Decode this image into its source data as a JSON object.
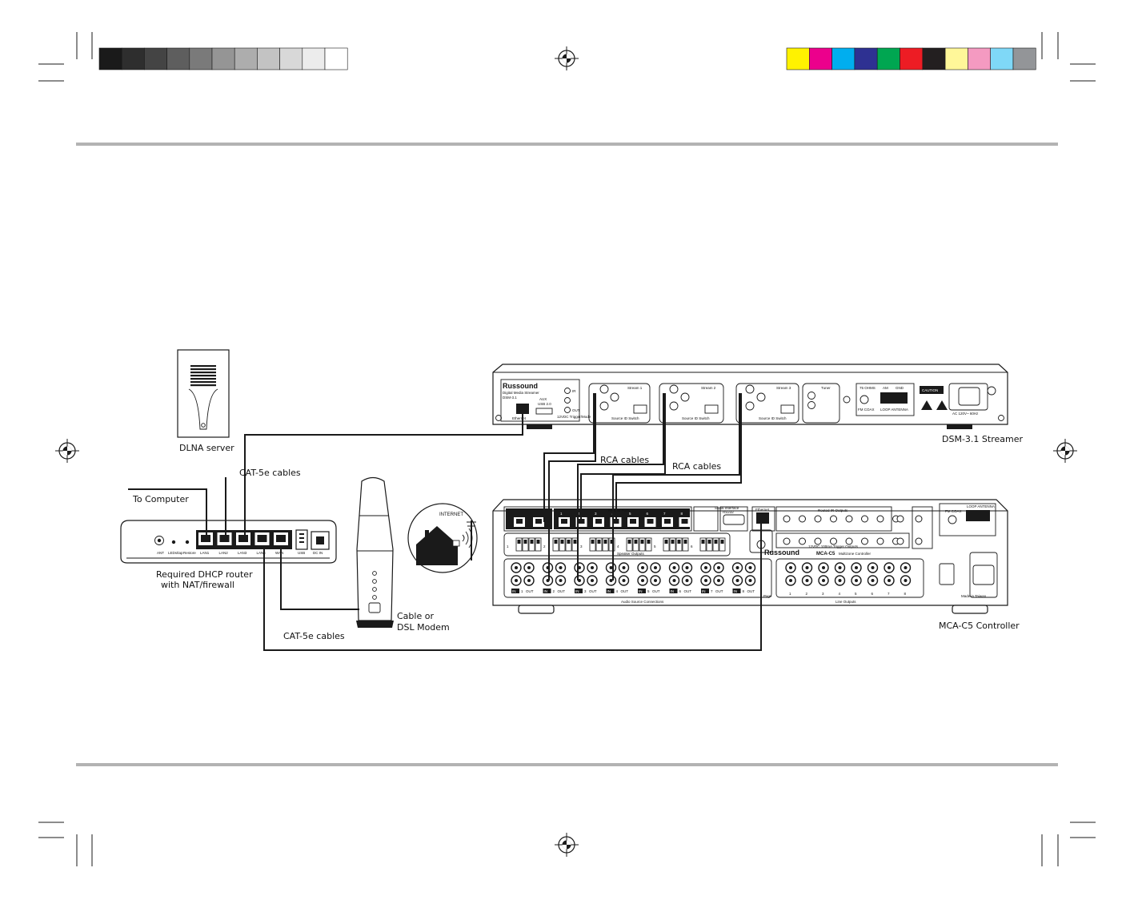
{
  "swatches_gray": [
    "#1a1a1a",
    "#2e2e2e",
    "#444444",
    "#5e5e5e",
    "#7a7a7a",
    "#959595",
    "#adadad",
    "#c3c3c3",
    "#d8d8d8",
    "#ececec",
    "#ffffff"
  ],
  "swatches_color": [
    "#fff200",
    "#ec008c",
    "#00aeef",
    "#2e3192",
    "#00a651",
    "#ed1c24",
    "#231f20",
    "#fff799",
    "#f49ac1",
    "#7fd8f7",
    "#939598"
  ],
  "rule_color": "#b3b3b3",
  "labels": {
    "dlna_server": "DLNA server",
    "cat5e_top": "CAT-5e cables",
    "to_computer": "To Computer",
    "router_line1": "Required DHCP router",
    "router_line2": "with NAT/firewall",
    "rca_cables_1": "RCA cables",
    "rca_cables_2": "RCA cables",
    "modem_line1": "Cable or",
    "modem_line2": "DSL Modem",
    "cat5e_bottom": "CAT-5e cables",
    "internet": "INTERNET",
    "dsm_caption": "DSM-3.1 Streamer",
    "mca_caption": "MCA-C5 Controller"
  },
  "router": {
    "ports": [
      "LAN1",
      "LAN2",
      "LAN3",
      "LAN4",
      "WAN"
    ],
    "ant": "ANT",
    "status": "LEDs/tap",
    "reset": "Restore",
    "usb": "USB",
    "dcin": "DC IN"
  },
  "dsm": {
    "brand": "Russound",
    "model": "Digital Media Streamer",
    "model_short": "DSM-3.1",
    "sections": [
      "Stream 1",
      "Stream 2",
      "Stream 3",
      "Tuner"
    ],
    "ethernet": "Ethernet",
    "aux": "AUX",
    "usb": "USB 2.0",
    "trigger": "12VDC Trigger/Mode",
    "ir_in": "IR",
    "ir_out": "OUT",
    "source_id": "Source ID Switch",
    "caution": "CAUTION",
    "fm_coax": "FM COAX",
    "loop_antenna": "LOOP ANTENNA",
    "am": "AM",
    "gnd": "GND",
    "ohms": "75 OHMS",
    "power": "AC 120V~ 60Hz"
  },
  "mca": {
    "brand": "Russound",
    "model": "MCA-C5",
    "model_sub": "Multizone Controller",
    "keypad_ports": "Keypad Ports",
    "keypad_nums": [
      "1",
      "2",
      "3",
      "4",
      "5",
      "6",
      "7",
      "8"
    ],
    "serial": "Serial Interface",
    "rs232": "RS232",
    "ethernet": "Ethernet",
    "routed_ir": "Routed IR Outputs",
    "trigger_outputs": "12VDC 100mA Trigger Outputs",
    "speaker_outputs": "Speaker Outputs",
    "audio_source": "Audio Source Connections",
    "line_outputs": "Line Outputs",
    "page": "Page",
    "fm_coax": "FM COAX",
    "loop_antenna": "LOOP ANTENNA",
    "zone_nums": [
      "1",
      "2",
      "3",
      "4",
      "5",
      "6",
      "7",
      "8"
    ],
    "in": "IN",
    "out": "OUT",
    "made_in": "Made in Taiwan"
  }
}
